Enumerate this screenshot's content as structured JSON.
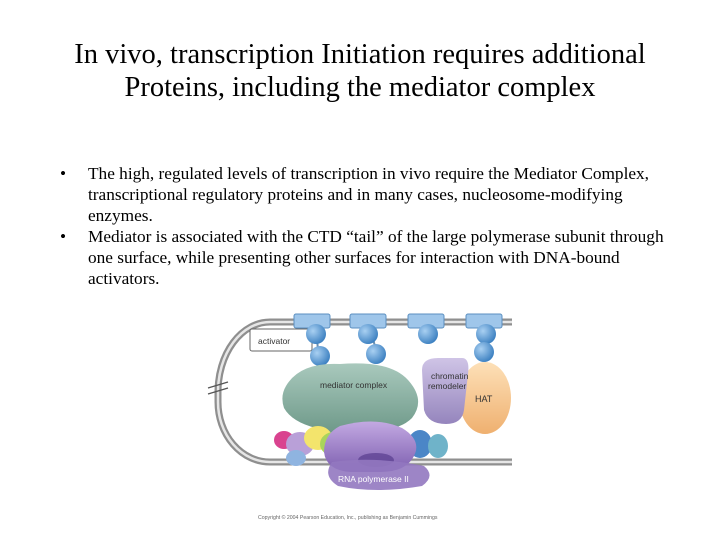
{
  "slide": {
    "title": "In vivo, transcription Initiation requires additional Proteins, including the mediator complex",
    "bullets": [
      "The high, regulated levels of transcription in vivo require the Mediator Complex, transcriptional regulatory proteins and in many cases, nucleosome-modifying enzymes.",
      "Mediator is associated with the CTD “tail” of the large polymerase subunit through one surface, while presenting other surfaces for interaction with DNA-bound activators."
    ],
    "bullet_glyph": "•"
  },
  "figure": {
    "labels": {
      "activator": "activator",
      "mediator": "mediator complex",
      "chromatin_line1": "chromatin",
      "chromatin_line2": "remodeler",
      "hat": "HAT",
      "polymerase": "RNA polymerase II"
    },
    "copyright": "Copyright © 2004 Pearson Education, Inc., publishing as Benjamin Cummings",
    "colors": {
      "dna": "#8f8f8f",
      "nucleosome": "#5b9bd5",
      "activator_box": "#555555",
      "mediator": "#7fa89a",
      "chromatin_remodeler": "#a99bc9",
      "hat": "#f5c48a",
      "polymerase": "#9b7fc4",
      "tbp": "#d9438f"
    }
  }
}
